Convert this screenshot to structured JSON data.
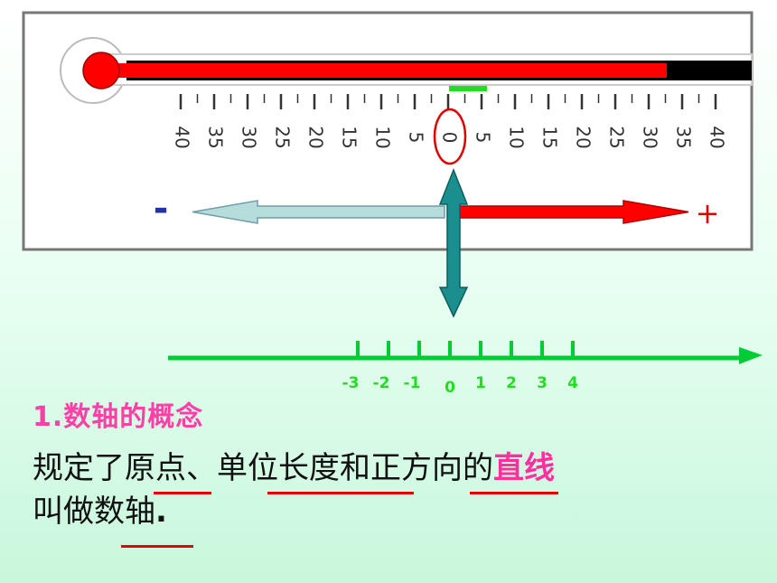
{
  "thermometer": {
    "ticks_left": [
      "40",
      "35",
      "30",
      "25",
      "20",
      "15",
      "10",
      "5"
    ],
    "zero": "0",
    "ticks_right": [
      "5",
      "10",
      "15",
      "20",
      "25",
      "30",
      "35",
      "40"
    ]
  },
  "direction": {
    "negative": "-",
    "positive": "+"
  },
  "number_axis": {
    "labels": [
      {
        "text": "-3",
        "value": -3
      },
      {
        "text": "-2",
        "value": -2
      },
      {
        "text": "-1",
        "value": -1
      },
      {
        "text": "0",
        "value": 0
      },
      {
        "text": "1",
        "value": 1
      },
      {
        "text": "2",
        "value": 2
      },
      {
        "text": "3",
        "value": 3
      },
      {
        "text": "4",
        "value": 4
      }
    ]
  },
  "concept": {
    "title": "1.数轴的概念",
    "line1_part1": "规定了",
    "line1_origin": "原点",
    "line1_sep": "、",
    "line1_unit": "单位长度",
    "line1_and": "和",
    "line1_direction": "正方向",
    "line1_of": "的",
    "line1_line": "直线",
    "line2_part1": "叫做",
    "line2_term": "数轴",
    "line2_end": "."
  },
  "colors": {
    "mercury": "#ff0000",
    "axis": "#00cc33",
    "vertical_arrow": "#1a8f8f",
    "negative_arrow": "#b7dcdc",
    "positive_arrow": "#ff0000",
    "highlight": "#ff2fa0"
  }
}
